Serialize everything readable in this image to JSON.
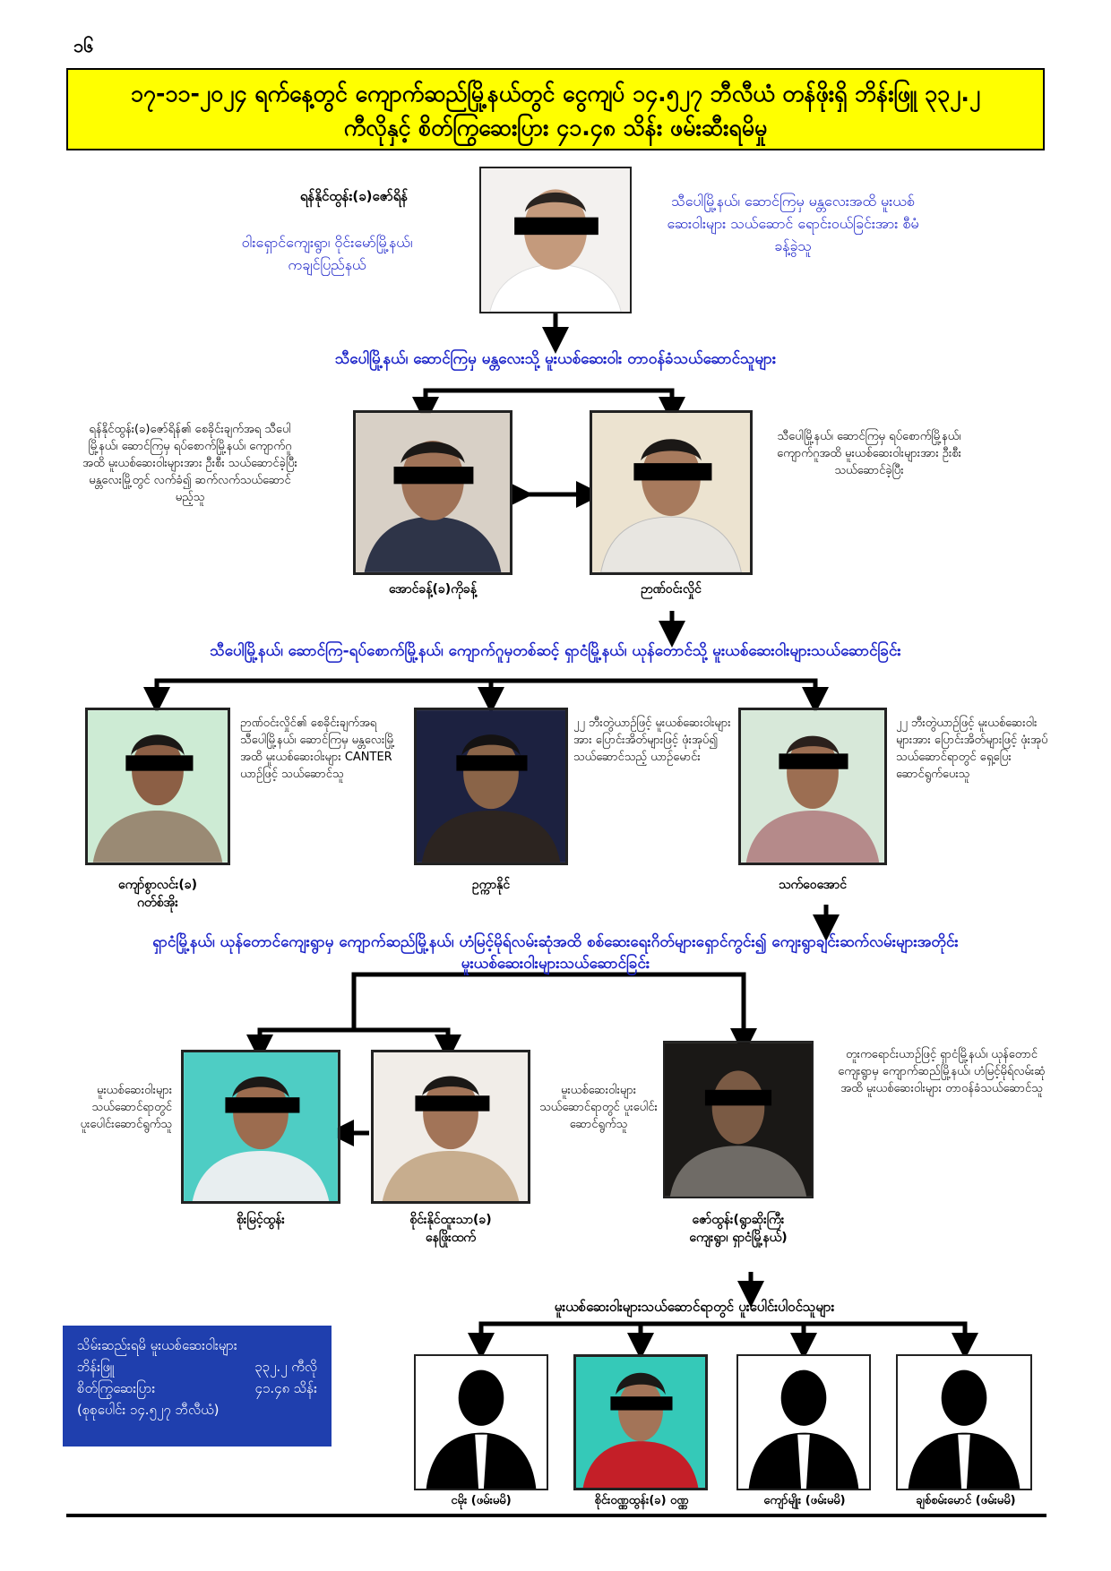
{
  "page_number": "၁၆",
  "title": {
    "line1": "၁၇-၁၁-၂၀၂၄ ရက်နေ့တွင် ကျောက်ဆည်မြို့နယ်တွင် ငွေကျပ် ၁၄.၅၂၇ ဘီလီယံ တန်ဖိုးရှိ ဘိန်းဖြူ ၃၃၂.၂",
    "line2": "ကီလိုနှင့် စိတ်ကြွဆေးပြား ၄၁.၄၈ သိန်း ဖမ်းဆီးရမိမှု"
  },
  "main_suspect": {
    "name": "ရန်နိုင်ထွန်း(ခ)ဇော်ရိန်",
    "address": "ဝါးရှောင်ကျေးရွာ၊ ဝိုင်းမော်မြို့နယ်၊ ကချင်ပြည်နယ်",
    "role": "သီပေါမြို့နယ်၊ ဆောင်ကြမှ မန္တလေးအထိ မူးယစ်ဆေးဝါးများ သယ်ဆောင် ရောင်းဝယ်ခြင်းအား စီမံခန့်ခွဲသူ"
  },
  "sections": {
    "s1": "သီပေါမြို့နယ်၊ ဆောင်ကြမှ မန္တလေးသို့ မူးယစ်ဆေးဝါး တာဝန်ခံသယ်ဆောင်သူများ",
    "s2": "သီပေါမြို့နယ်၊ ဆောင်ကြ-ရပ်စောက်မြို့နယ်၊ ကျောက်ဂူမှတစ်ဆင့် ရှာငံမြို့နယ်၊ ယုန်တောင်သို့ မူးယစ်ဆေးဝါးများသယ်ဆောင်ခြင်း",
    "s3_line1": "ရှာငံမြို့နယ်၊ ယုန်တောင်ကျေးရွာမှ ကျောက်ဆည်မြို့နယ်၊ ဟံမြင့်မိုရ်လမ်းဆုံအထိ စစ်ဆေးရေးဂိတ်များရှောင်ကွင်း၍ ကျေးရွာချင်းဆက်လမ်းများအတိုင်း",
    "s3_line2": "မူးယစ်ဆေးဝါးများသယ်ဆောင်ခြင်း",
    "s4": "မူးယစ်ဆေးဝါးများသယ်ဆောင်ရာတွင် ပူးပေါင်းပါဝင်သူများ"
  },
  "tier1": [
    {
      "name": "အောင်ခန့်(ခ)ကိုခန့်",
      "note": "ရန်နိုင်ထွန်း(ခ)ဇော်ရိန်၏ စေခိုင်းချက်အရ သီပေါမြို့နယ်၊ ဆောင်ကြမှ ရပ်စောက်မြို့နယ်၊ ကျောက်ဂူအထိ မူးယစ်ဆေးဝါးများအား ဦးစီး သယ်ဆောင်ခဲ့ပြီး မန္တလေးမြို့တွင် လက်ခံ၍ ဆက်လက်သယ်ဆောင်မည့်သူ"
    },
    {
      "name": "ဉာဏ်ဝင်းလှိုင်",
      "note": "သီပေါမြို့နယ်၊ ဆောင်ကြမှ ရပ်စောက်မြို့နယ်၊ ကျောက်ဂူအထိ မူးယစ်ဆေးဝါးများအား ဦးစီး သယ်ဆောင်ခဲ့ပြီး"
    }
  ],
  "tier2": [
    {
      "name_line1": "ကျော်စွာလင်း(ခ)",
      "name_line2": "ဂတ်စ်အိုး",
      "note": "ဉာဏ်ဝင်းလှိုင်၏ စေခိုင်းချက်အရ သီပေါမြို့နယ်၊ ဆောင်ကြမှ မန္တလေးမြို့အထိ မူးယစ်ဆေးဝါးများ CANTER ယာဉ်ဖြင့် သယ်ဆောင်သူ"
    },
    {
      "name_line1": "ဥက္ကာနိုင်",
      "note": "၂၂ ဘီးတွဲယာဉ်ဖြင့် မူးယစ်ဆေးဝါးများအား ပြောင်းအိတ်များဖြင့် ဖုံးအုပ်၍ သယ်ဆောင်သည့် ယာဉ်မောင်း"
    },
    {
      "name_line1": "သက်ဝေအောင်",
      "note": "၂၂ ဘီးတွဲယာဉ်ဖြင့် မူးယစ်ဆေးဝါးများအား ပြောင်းအိတ်များဖြင့် ဖုံးအုပ်သယ်ဆောင်ရာတွင် ရှေ့ပြေးဆောင်ရွက်ပေးသူ"
    }
  ],
  "tier3": [
    {
      "name_line1": "စိုးမြင့်ထွန်း",
      "note": "မူးယစ်ဆေးဝါးများ သယ်ဆောင်ရာတွင် ပူးပေါင်းဆောင်ရွက်သူ"
    },
    {
      "name_line1": "စိုင်းနိုင်ထူးသာ(ခ)",
      "name_line2": "နေဖြိုးထက်",
      "note": "မူးယစ်ဆေးဝါးများ သယ်ဆောင်ရာတွင် ပူးပေါင်းဆောင်ရွက်သူ"
    },
    {
      "name_line1": "ဇော်ထွန်း(ရွာဆိုးကြီး",
      "name_line2": "ကျေးရွာ၊ ရှာငံမြို့နယ်)",
      "note": "တူးကရောင်းယာဉ်ဖြင့် ရှာငံမြို့နယ်၊ ယုန်တောင်ကျေးရွာမှ ကျောက်ဆည်မြို့နယ်၊ ဟံမြင့်မိုရ်လမ်းဆုံအထိ မူးယစ်ဆေးဝါးများ တာဝန်ခံသယ်ဆောင်သူ"
    }
  ],
  "tier4": [
    {
      "name": "ငမိုး (ဖမ်းမမိ)"
    },
    {
      "name": "စိုင်းဝဏ္ဏထွန်း(ခ) ဝဏ္ဏ"
    },
    {
      "name": "ကျော်မျိုး (ဖမ်းမမိ)"
    },
    {
      "name": "ချစ်စမ်းမောင် (ဖမ်းမမိ)"
    }
  ],
  "summary": {
    "heading": "သိမ်းဆည်းရမိ မူးယစ်ဆေးဝါးများ",
    "row1_label": "ဘိန်းဖြူ",
    "row1_value": "၃၃၂.၂ ကီလို",
    "row2_label": "စိတ်ကြွဆေးပြား",
    "row2_value": "၄၁.၄၈ သိန်း",
    "footer": "(စုစုပေါင်း ၁၄.၅၂၇ ဘီလီယံ)"
  },
  "colors": {
    "title_bg": "#ffff00",
    "section_text": "#1a22c8",
    "summary_bg": "#1f3fae"
  }
}
